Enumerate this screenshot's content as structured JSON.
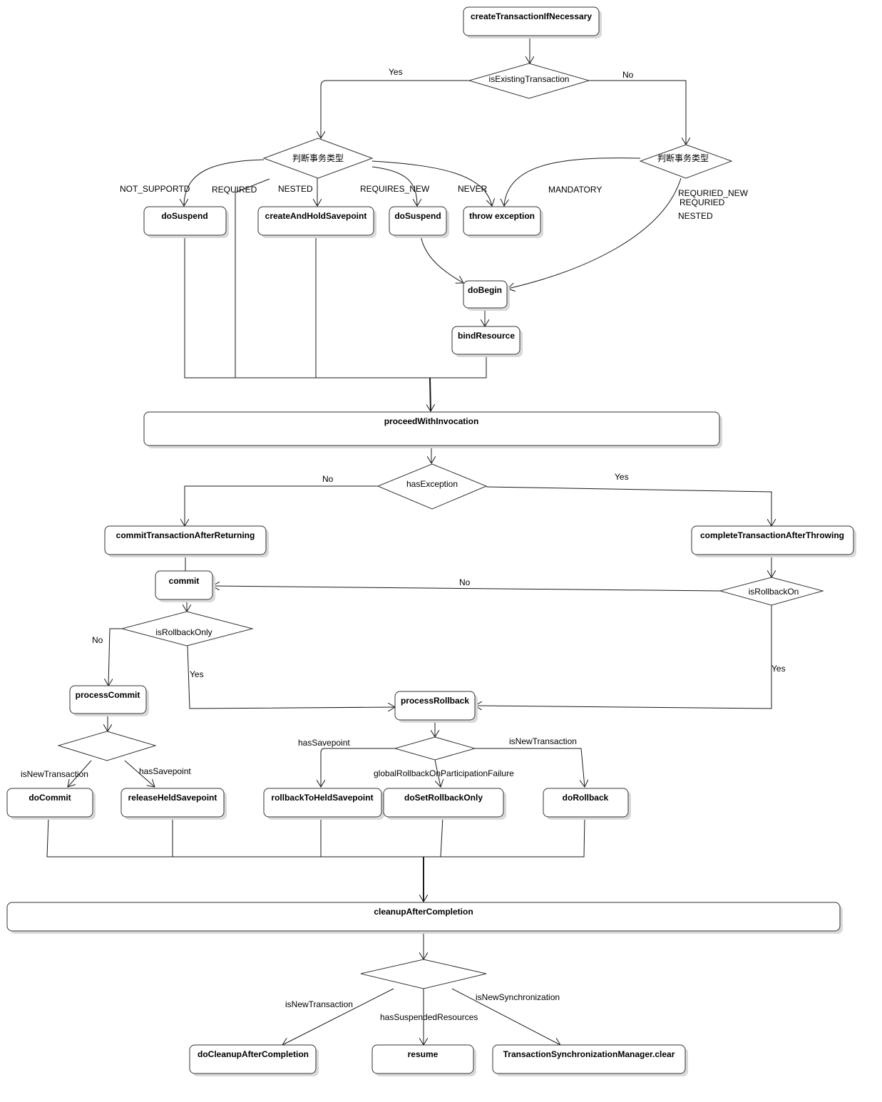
{
  "nodes": {
    "create_tx": "createTransactionIfNecessary",
    "do_suspend_1": "doSuspend",
    "create_hold_sp": "createAndHoldSavepoint",
    "do_suspend_2": "doSuspend",
    "throw_exc": "throw exception",
    "do_begin": "doBegin",
    "bind_resource": "bindResource",
    "proceed": "proceedWithInvocation",
    "commit_after_ret": "commitTransactionAfterReturning",
    "complete_after_throw": "completeTransactionAfterThrowing",
    "commit": "commit",
    "process_commit": "processCommit",
    "process_rollback": "processRollback",
    "do_commit": "doCommit",
    "release_sp": "releaseHeldSavepoint",
    "rollback_sp": "rollbackToHeldSavepoint",
    "do_set_rb_only": "doSetRollbackOnly",
    "do_rollback": "doRollback",
    "cleanup": "cleanupAfterCompletion",
    "do_cleanup": "doCleanupAfterCompletion",
    "resume": "resume",
    "tsm_clear": "TransactionSynchronizationManager.clear"
  },
  "decisions": {
    "is_existing": "isExistingTransaction",
    "judge_1": "判断事务类型",
    "judge_2": "判断事务类型",
    "has_exception": "hasException",
    "is_rollback_on": "isRollbackOn",
    "is_rollback_only": "isRollbackOnly",
    "commit_dec": "",
    "rollback_dec": "",
    "cleanup_dec": ""
  },
  "labels": {
    "yes_1": "Yes",
    "no_1": "No",
    "not_supported": "NOT_SUPPORTD",
    "required": "REQUIRED",
    "nested_1": "NESTED",
    "requires_new": "REQUIRES_NEW",
    "never": "NEVER",
    "mandatory": "MANDATORY",
    "requried_new": "REQURIED_NEW",
    "requried": "REQURIED",
    "nested_2": "NESTED",
    "no_2": "No",
    "yes_2": "Yes",
    "no_3": "No",
    "no_4": "No",
    "yes_3": "Yes",
    "yes_4": "Yes",
    "is_new_tx_1": "isNewTransaction",
    "has_sp_1": "hasSavepoint",
    "has_sp_2": "hasSavepoint",
    "is_new_tx_2": "isNewTransaction",
    "global_rb": "globalRollbackOnParticipationFailure",
    "is_new_tx_3": "isNewTransaction",
    "has_suspended": "hasSuspendedResources",
    "is_new_sync": "isNewSynchronization"
  }
}
